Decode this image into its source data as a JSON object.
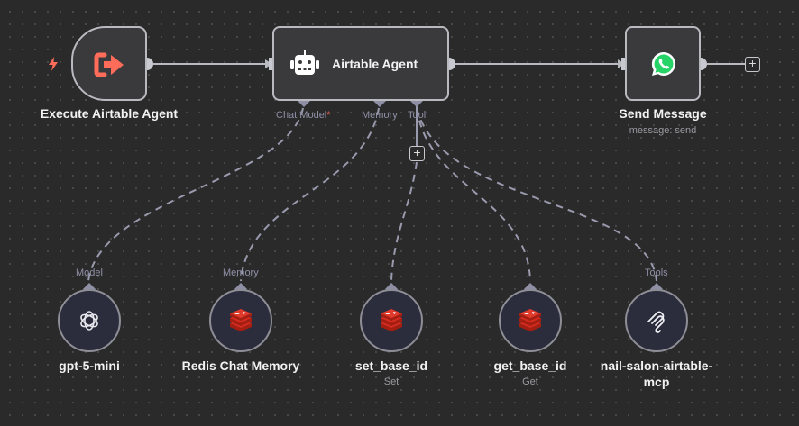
{
  "canvas": {
    "background": "#2a2a2a",
    "connection_color": "#b9b9c0",
    "sub_connection_color": "#9a9aae"
  },
  "nodes": {
    "trigger": {
      "name": "Execute Airtable Agent",
      "icon": "sign-out-arrow-icon",
      "icon_color": "#ff6d5a",
      "badge_icon": "lightning-bolt-icon"
    },
    "agent": {
      "name": "Airtable Agent",
      "icon": "robot-icon",
      "ports": {
        "chat_model": "Chat Model",
        "chat_model_required": "*",
        "memory": "Memory",
        "tool": "Tool"
      },
      "add_tool": "+"
    },
    "send": {
      "name": "Send Message",
      "subtitle": "message: send",
      "icon": "whatsapp-icon",
      "icon_color": "#25d366",
      "add_next": "+"
    }
  },
  "sub_nodes": [
    {
      "name": "gpt-5-mini",
      "subtitle": "",
      "port_label": "Model",
      "icon": "openai-icon"
    },
    {
      "name": "Redis Chat Memory",
      "subtitle": "",
      "port_label": "Memory",
      "icon": "redis-icon"
    },
    {
      "name": "set_base_id",
      "subtitle": "Set",
      "port_label": "",
      "icon": "redis-icon"
    },
    {
      "name": "get_base_id",
      "subtitle": "Get",
      "port_label": "",
      "icon": "redis-icon"
    },
    {
      "name": "nail-salon-airtable-mcp",
      "name_line1": "nail-salon-airtable-",
      "name_line2": "mcp",
      "subtitle": "",
      "port_label": "Tools",
      "icon": "mcp-icon"
    }
  ]
}
